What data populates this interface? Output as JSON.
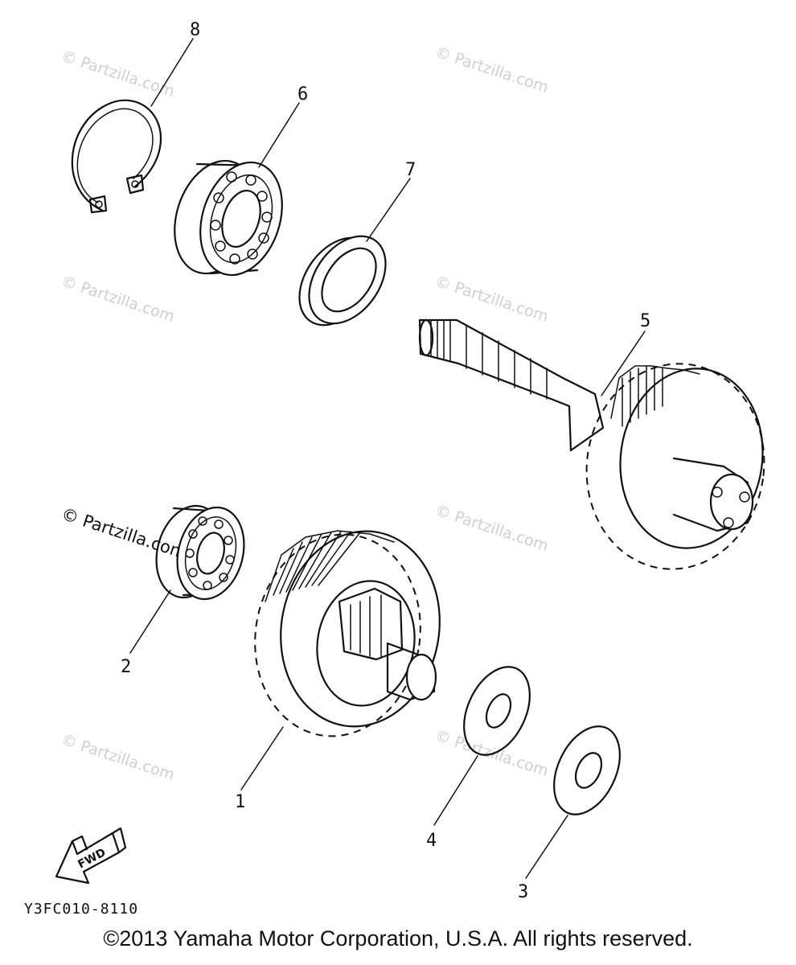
{
  "callouts": [
    "1",
    "2",
    "3",
    "4",
    "5",
    "6",
    "7",
    "8"
  ],
  "watermark": "© Partzilla.com",
  "fwd_label": "FWD",
  "diagram_code": "Y3FC010-8110",
  "copyright": "©2013 Yamaha Motor Corporation, U.S.A. All rights reserved.",
  "colors": {
    "ink": "#111111",
    "watermark": "#cfcfcf",
    "background": "#ffffff"
  }
}
